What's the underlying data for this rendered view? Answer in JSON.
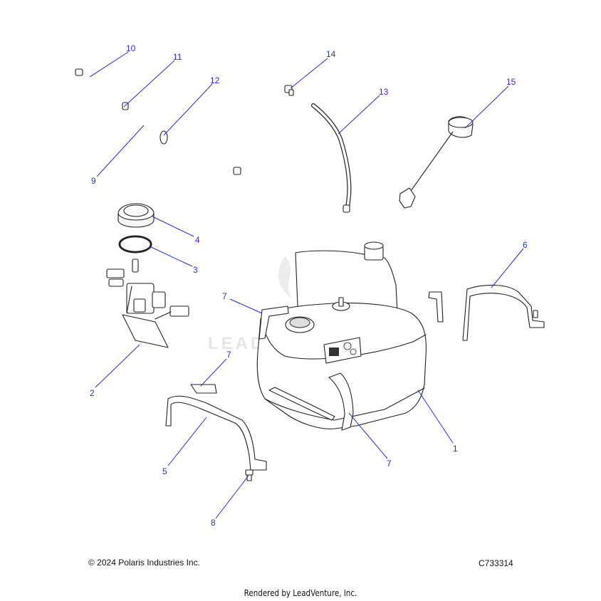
{
  "watermark": {
    "text": "LEADVENTURE"
  },
  "callouts": {
    "c1": "1",
    "c2": "2",
    "c3": "3",
    "c4": "4",
    "c5": "5",
    "c6": "6",
    "c7a": "7",
    "c7b": "7",
    "c7c": "7",
    "c8": "8",
    "c9": "9",
    "c10": "10",
    "c11": "11",
    "c12": "12",
    "c13": "13",
    "c14": "14",
    "c15": "15"
  },
  "footer": {
    "copyright": "© 2024 Polaris Industries Inc.",
    "diagram_code": "C733314",
    "rendered_by": "Rendered by LeadVenture, Inc."
  },
  "colors": {
    "callout": "#2b2bd6",
    "linework": "#222222",
    "watermark": "#e6e6e6"
  }
}
